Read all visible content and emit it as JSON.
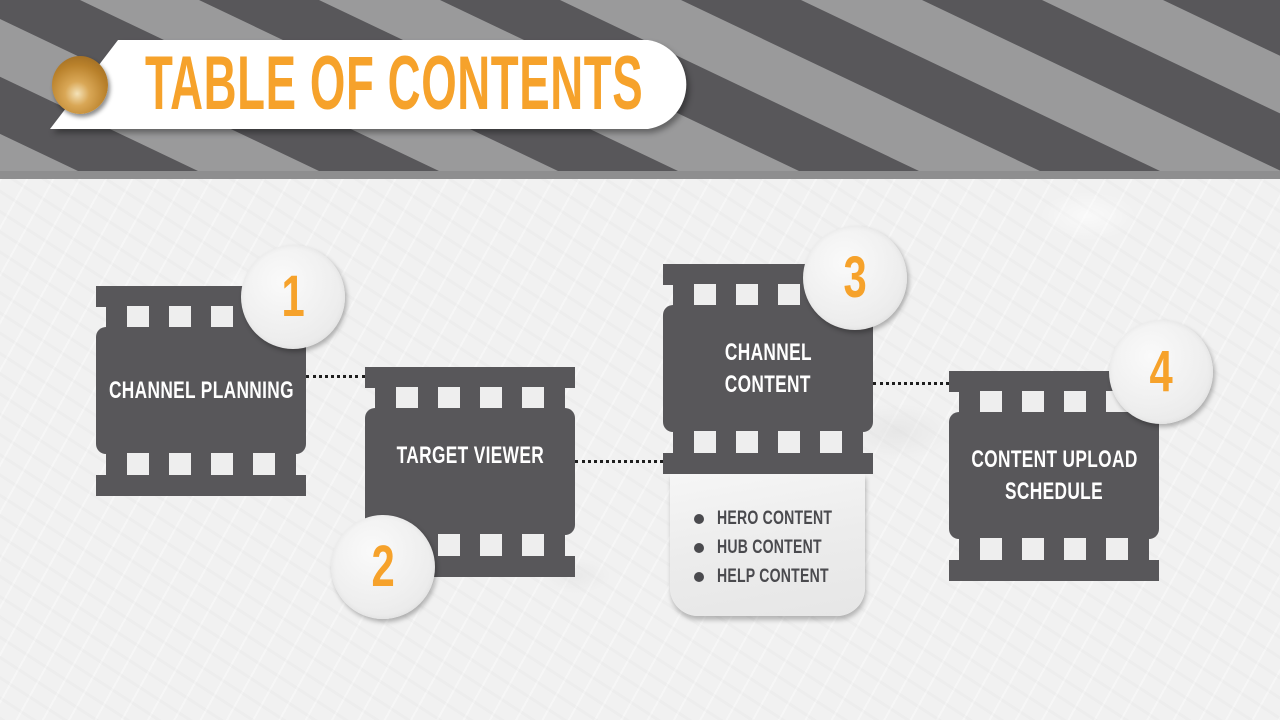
{
  "header": {
    "title": "TABLE OF CONTENTS",
    "pin_icon": "gold-pushpin-icon",
    "stripe_colors": {
      "dark": "#58575a",
      "light": "#9a9a9b"
    }
  },
  "colors": {
    "accent": "#f6a22b",
    "frame": "#58575a",
    "frame_text": "#ffffff",
    "badge": "#eeeeee",
    "list_text": "#4a4a4e",
    "background": "#f1f1f1"
  },
  "sections": [
    {
      "number": "1",
      "label": "CHANNEL PLANNING",
      "icon": "film-strip-icon"
    },
    {
      "number": "2",
      "label": "TARGET VIEWER",
      "icon": "film-strip-icon"
    },
    {
      "number": "3",
      "label_line1": "CHANNEL",
      "label_line2": "CONTENT",
      "icon": "film-strip-icon",
      "subitems": [
        "HERO CONTENT",
        "HUB CONTENT",
        "HELP CONTENT"
      ]
    },
    {
      "number": "4",
      "label_line1": "CONTENT UPLOAD",
      "label_line2": "SCHEDULE",
      "icon": "film-strip-icon"
    }
  ]
}
